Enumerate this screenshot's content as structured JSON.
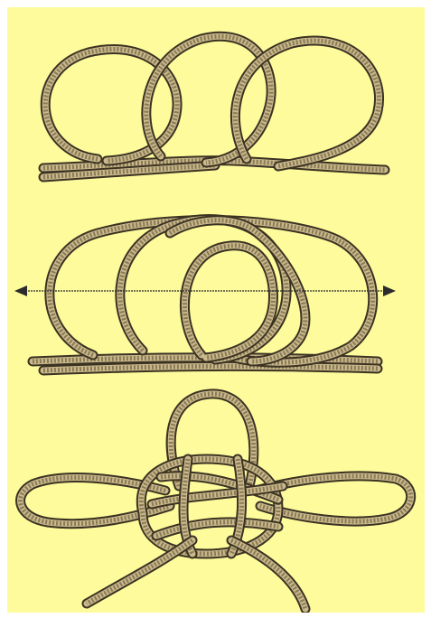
{
  "colors": {
    "background": "#fdfb9c",
    "page": "#ffffff",
    "rope_dark": "#3b3222",
    "rope_mid": "#8a7a57",
    "rope_light": "#c9b98b",
    "arrow": "#2b2b2b"
  },
  "figure": {
    "steps": [
      {
        "name": "step-1-three-loops"
      },
      {
        "name": "step-2-overlapped-loops-with-arrows"
      },
      {
        "name": "step-3-finished-knot"
      }
    ],
    "arrow_icons": [
      "arrow-left-icon",
      "arrow-right-icon"
    ]
  }
}
